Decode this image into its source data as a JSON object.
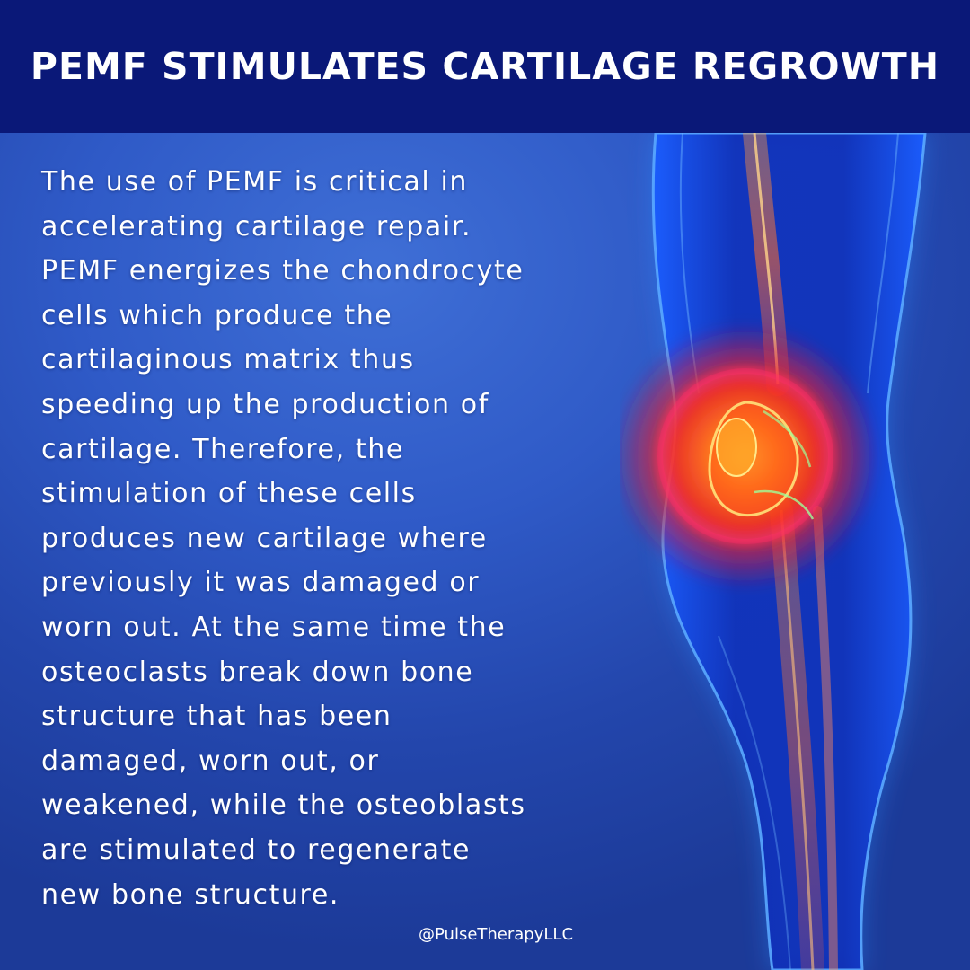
{
  "header": {
    "title": "PEMF STIMULATES CARTILAGE REGROWTH"
  },
  "body": {
    "lines": [
      "The use of PEMF is critical in",
      "accelerating cartilage repair.",
      "PEMF energizes the chondrocyte",
      "cells which produce the",
      "cartilaginous matrix thus",
      "speeding up the production of",
      "cartilage. Therefore, the",
      "stimulation of these cells",
      "produces new cartilage where",
      "previously it was damaged or",
      "worn out. At the same time the",
      "osteoclasts break down bone",
      "structure that has been",
      "damaged, worn out, or",
      "weakened, while the osteoblasts",
      "are stimulated to regenerate",
      "new bone structure."
    ]
  },
  "footer": {
    "handle": "@PulseTherapyLLC"
  },
  "colors": {
    "header_background": "#0a1878",
    "background": "#2f5ac7",
    "leg_glow": "#2a8cff",
    "inflammation": "#ff3b1f",
    "text": "#ffffff"
  },
  "icons": {
    "illustration": "glowing-knee-anatomy"
  }
}
